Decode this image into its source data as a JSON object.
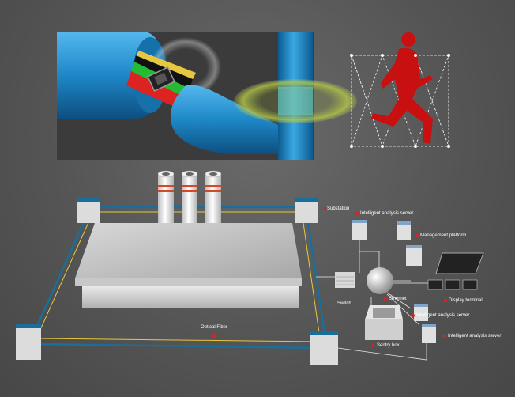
{
  "labels": {
    "substation": "Substation",
    "analysis_server_top": "Intelligent analysis server",
    "management_platform": "Management platform",
    "display_terminal": "Display terminal",
    "ethernet": "Ethernet",
    "switch": "Switch",
    "analysis_server_mid": "Intelligent analysis server",
    "analysis_server_bottom": "Intelligent analysis server",
    "sentry_box": "Sentry box",
    "optical_fiber": "Optical Fiber"
  },
  "colors": {
    "pipe_blue": "#1e88c8",
    "fiber_green": "#22bb33",
    "fiber_red": "#dd2222",
    "ring_yellow": "#b8c84a",
    "runner_red": "#c81010",
    "fence_yellow": "#e6c840",
    "fence_blue": "#1a6f9a",
    "marker_red": "#e02020"
  },
  "icons": [
    "fiber-cable-icon",
    "sensor-chip-icon",
    "vibration-ring-icon",
    "intruder-runner-icon",
    "chimney-icon",
    "server-icon",
    "switch-icon",
    "ethernet-hub-icon",
    "monitor-icon",
    "sentry-box-icon"
  ]
}
